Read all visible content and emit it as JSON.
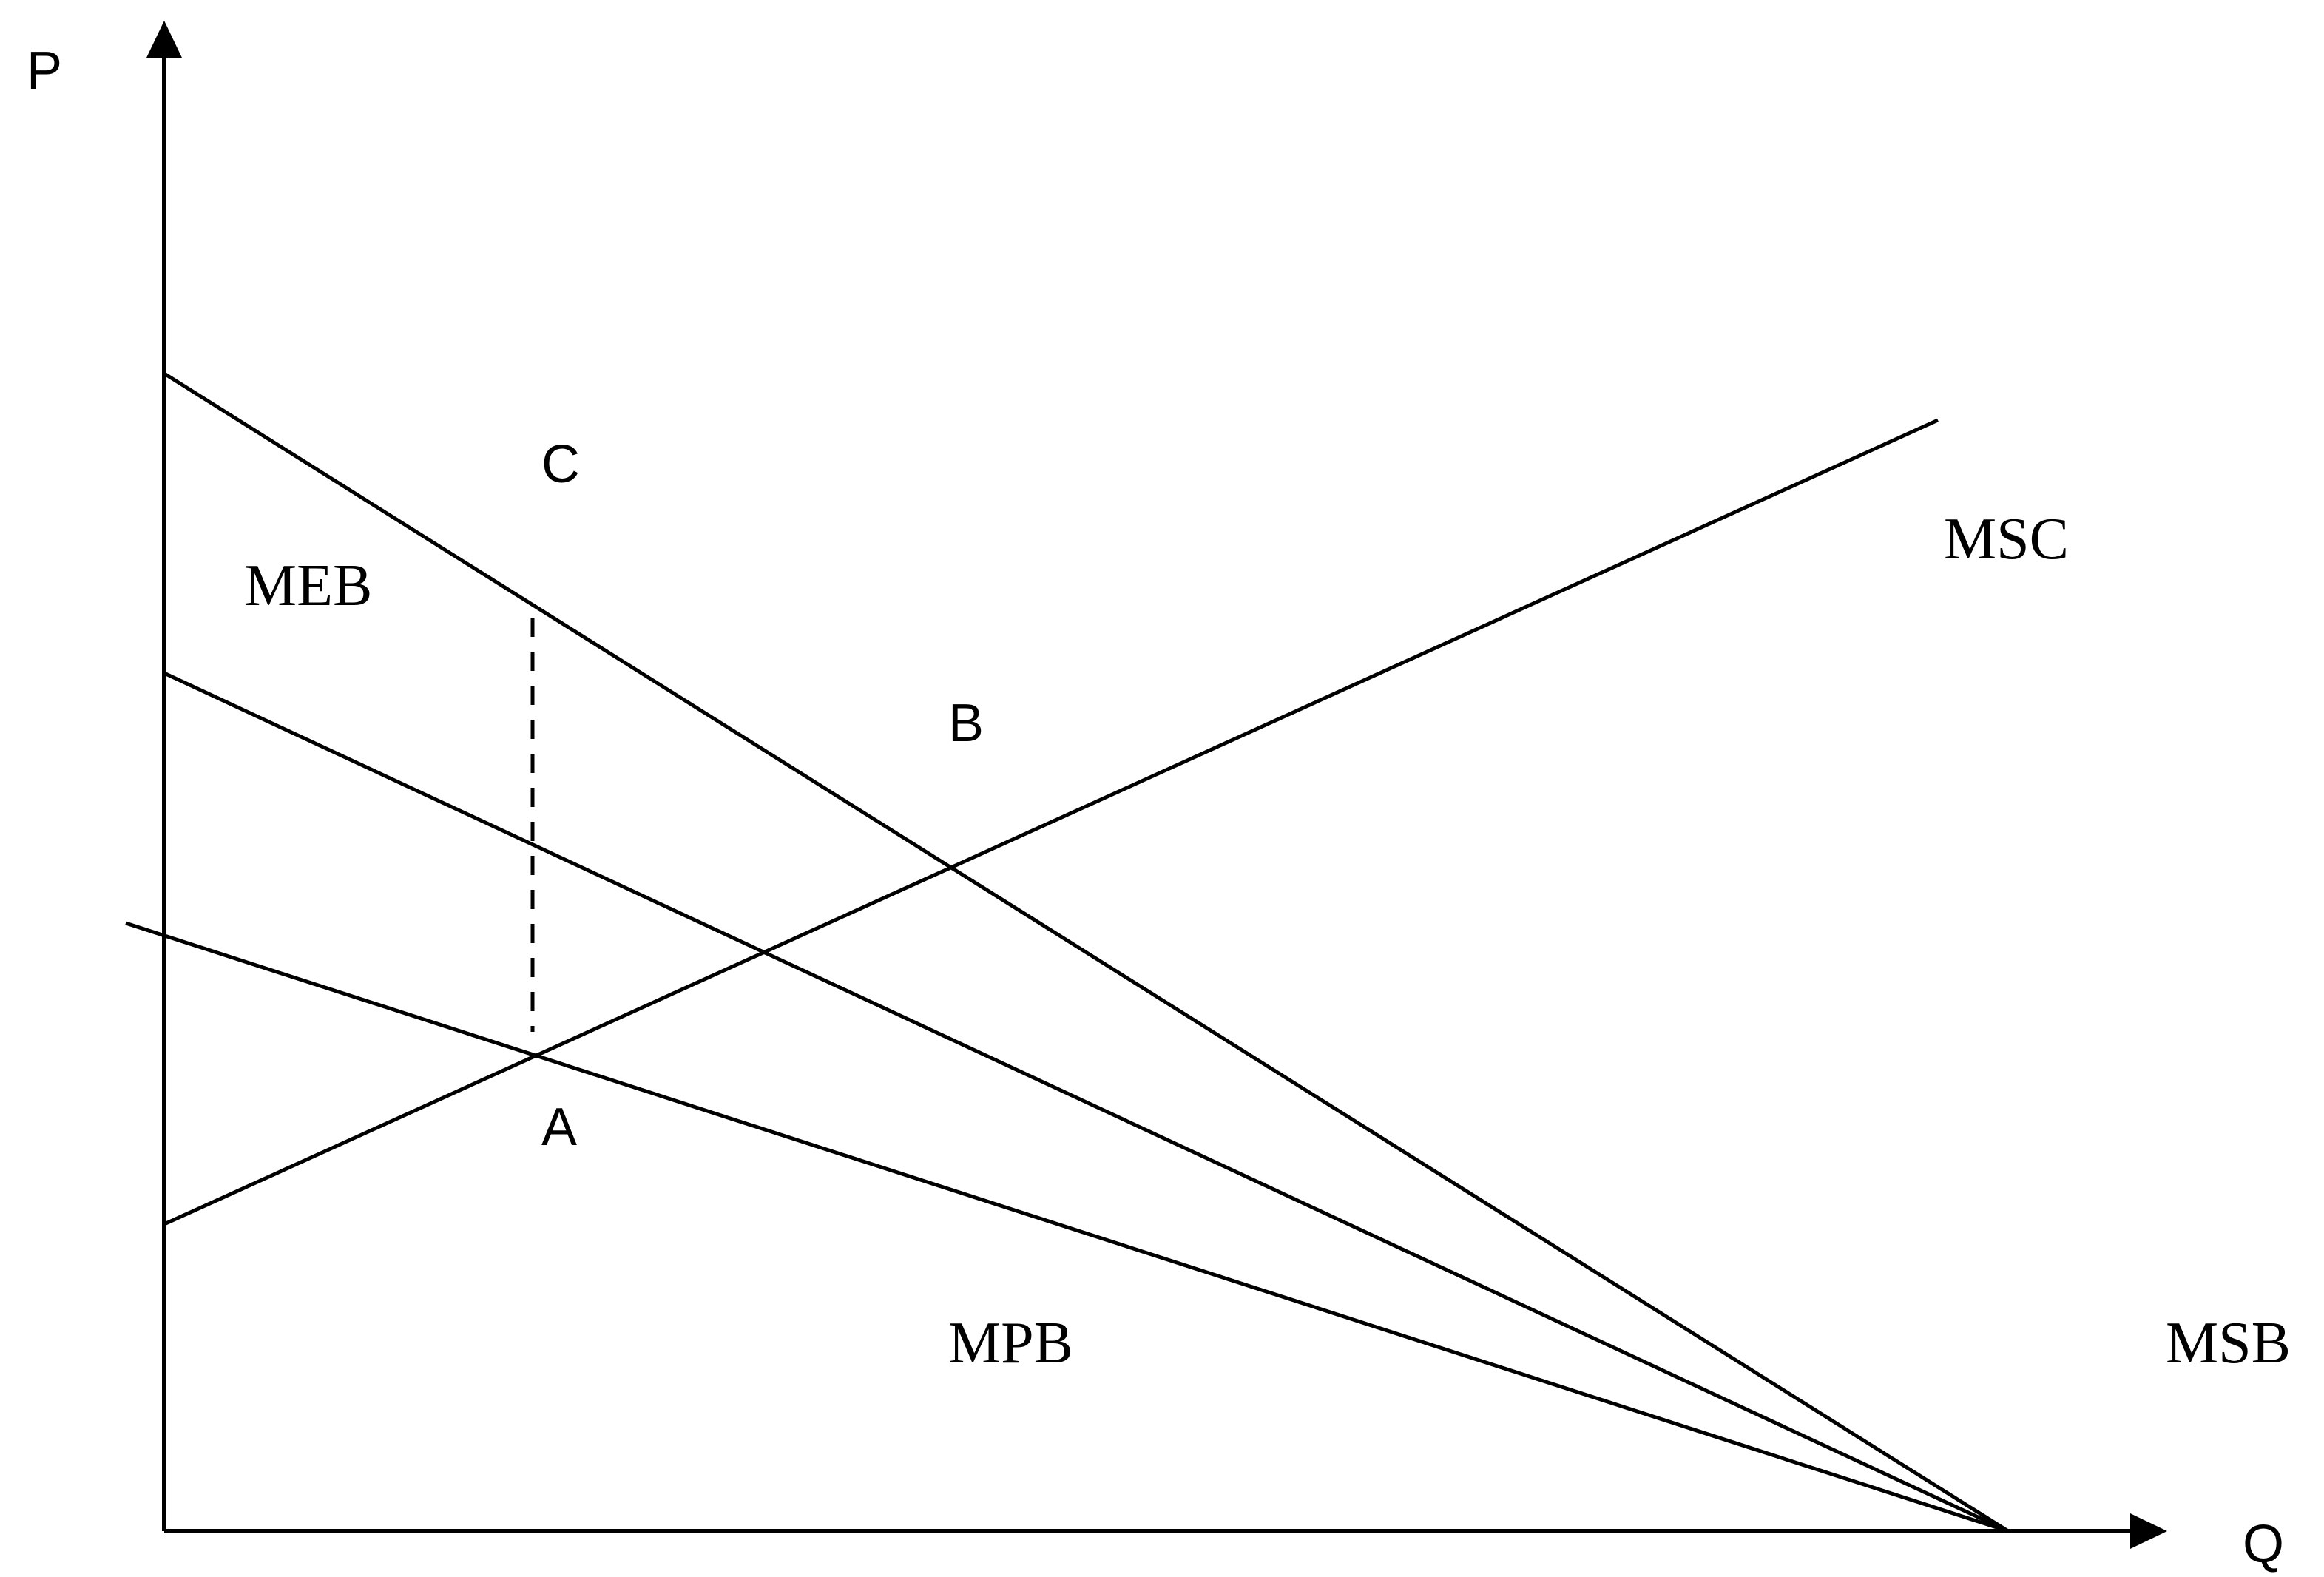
{
  "axes": {
    "y_label": "P",
    "x_label": "Q"
  },
  "points": {
    "a": "A",
    "b": "B",
    "c": "C"
  },
  "curves": {
    "msc": "MSC",
    "msb": "MSB",
    "mpb": "MPB",
    "meb": "MEB"
  },
  "colors": {
    "line": "#000000",
    "background": "#ffffff"
  }
}
